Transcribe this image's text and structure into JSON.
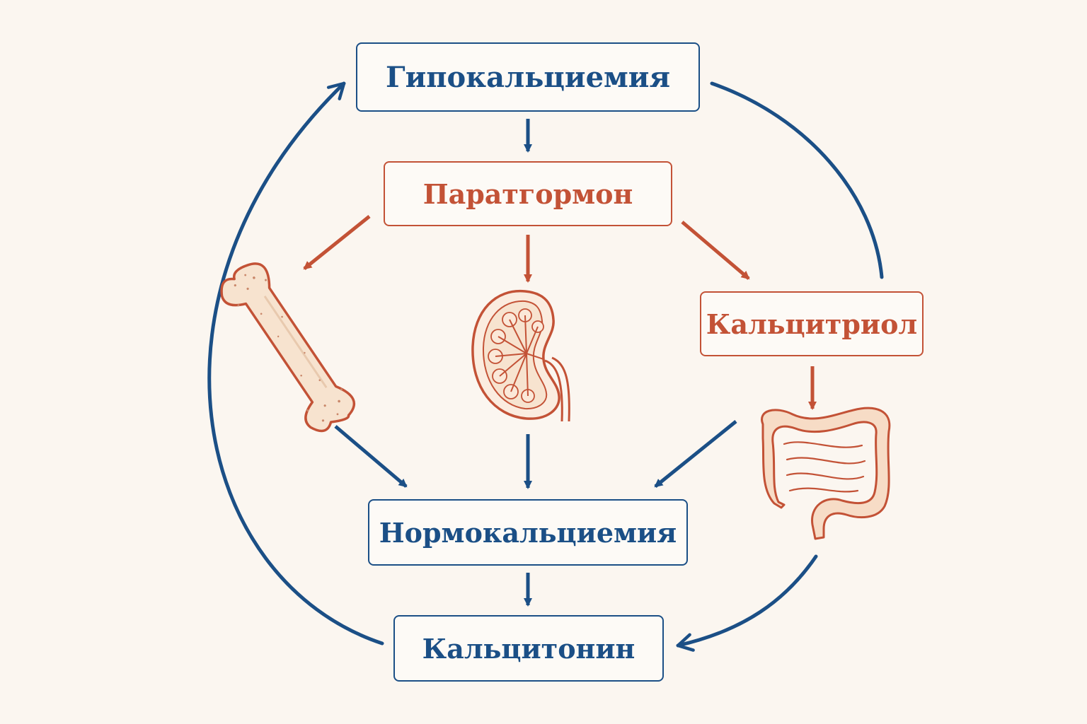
{
  "nodes": {
    "hypocalcemia": "Гипокальциемия",
    "pth": "Паратгормон",
    "calcitriol": "Кальцитриол",
    "normocalcemia": "Нормокальциемия",
    "calcitonin": "Кальцитонин"
  },
  "organs": {
    "bone": "bone-icon",
    "kidney": "kidney-icon",
    "intestine": "intestine-icon"
  },
  "colors": {
    "blue": "#1b4f86",
    "red": "#c35236",
    "organ_fill": "#f7e3cf",
    "background": "#fbf6f0"
  }
}
